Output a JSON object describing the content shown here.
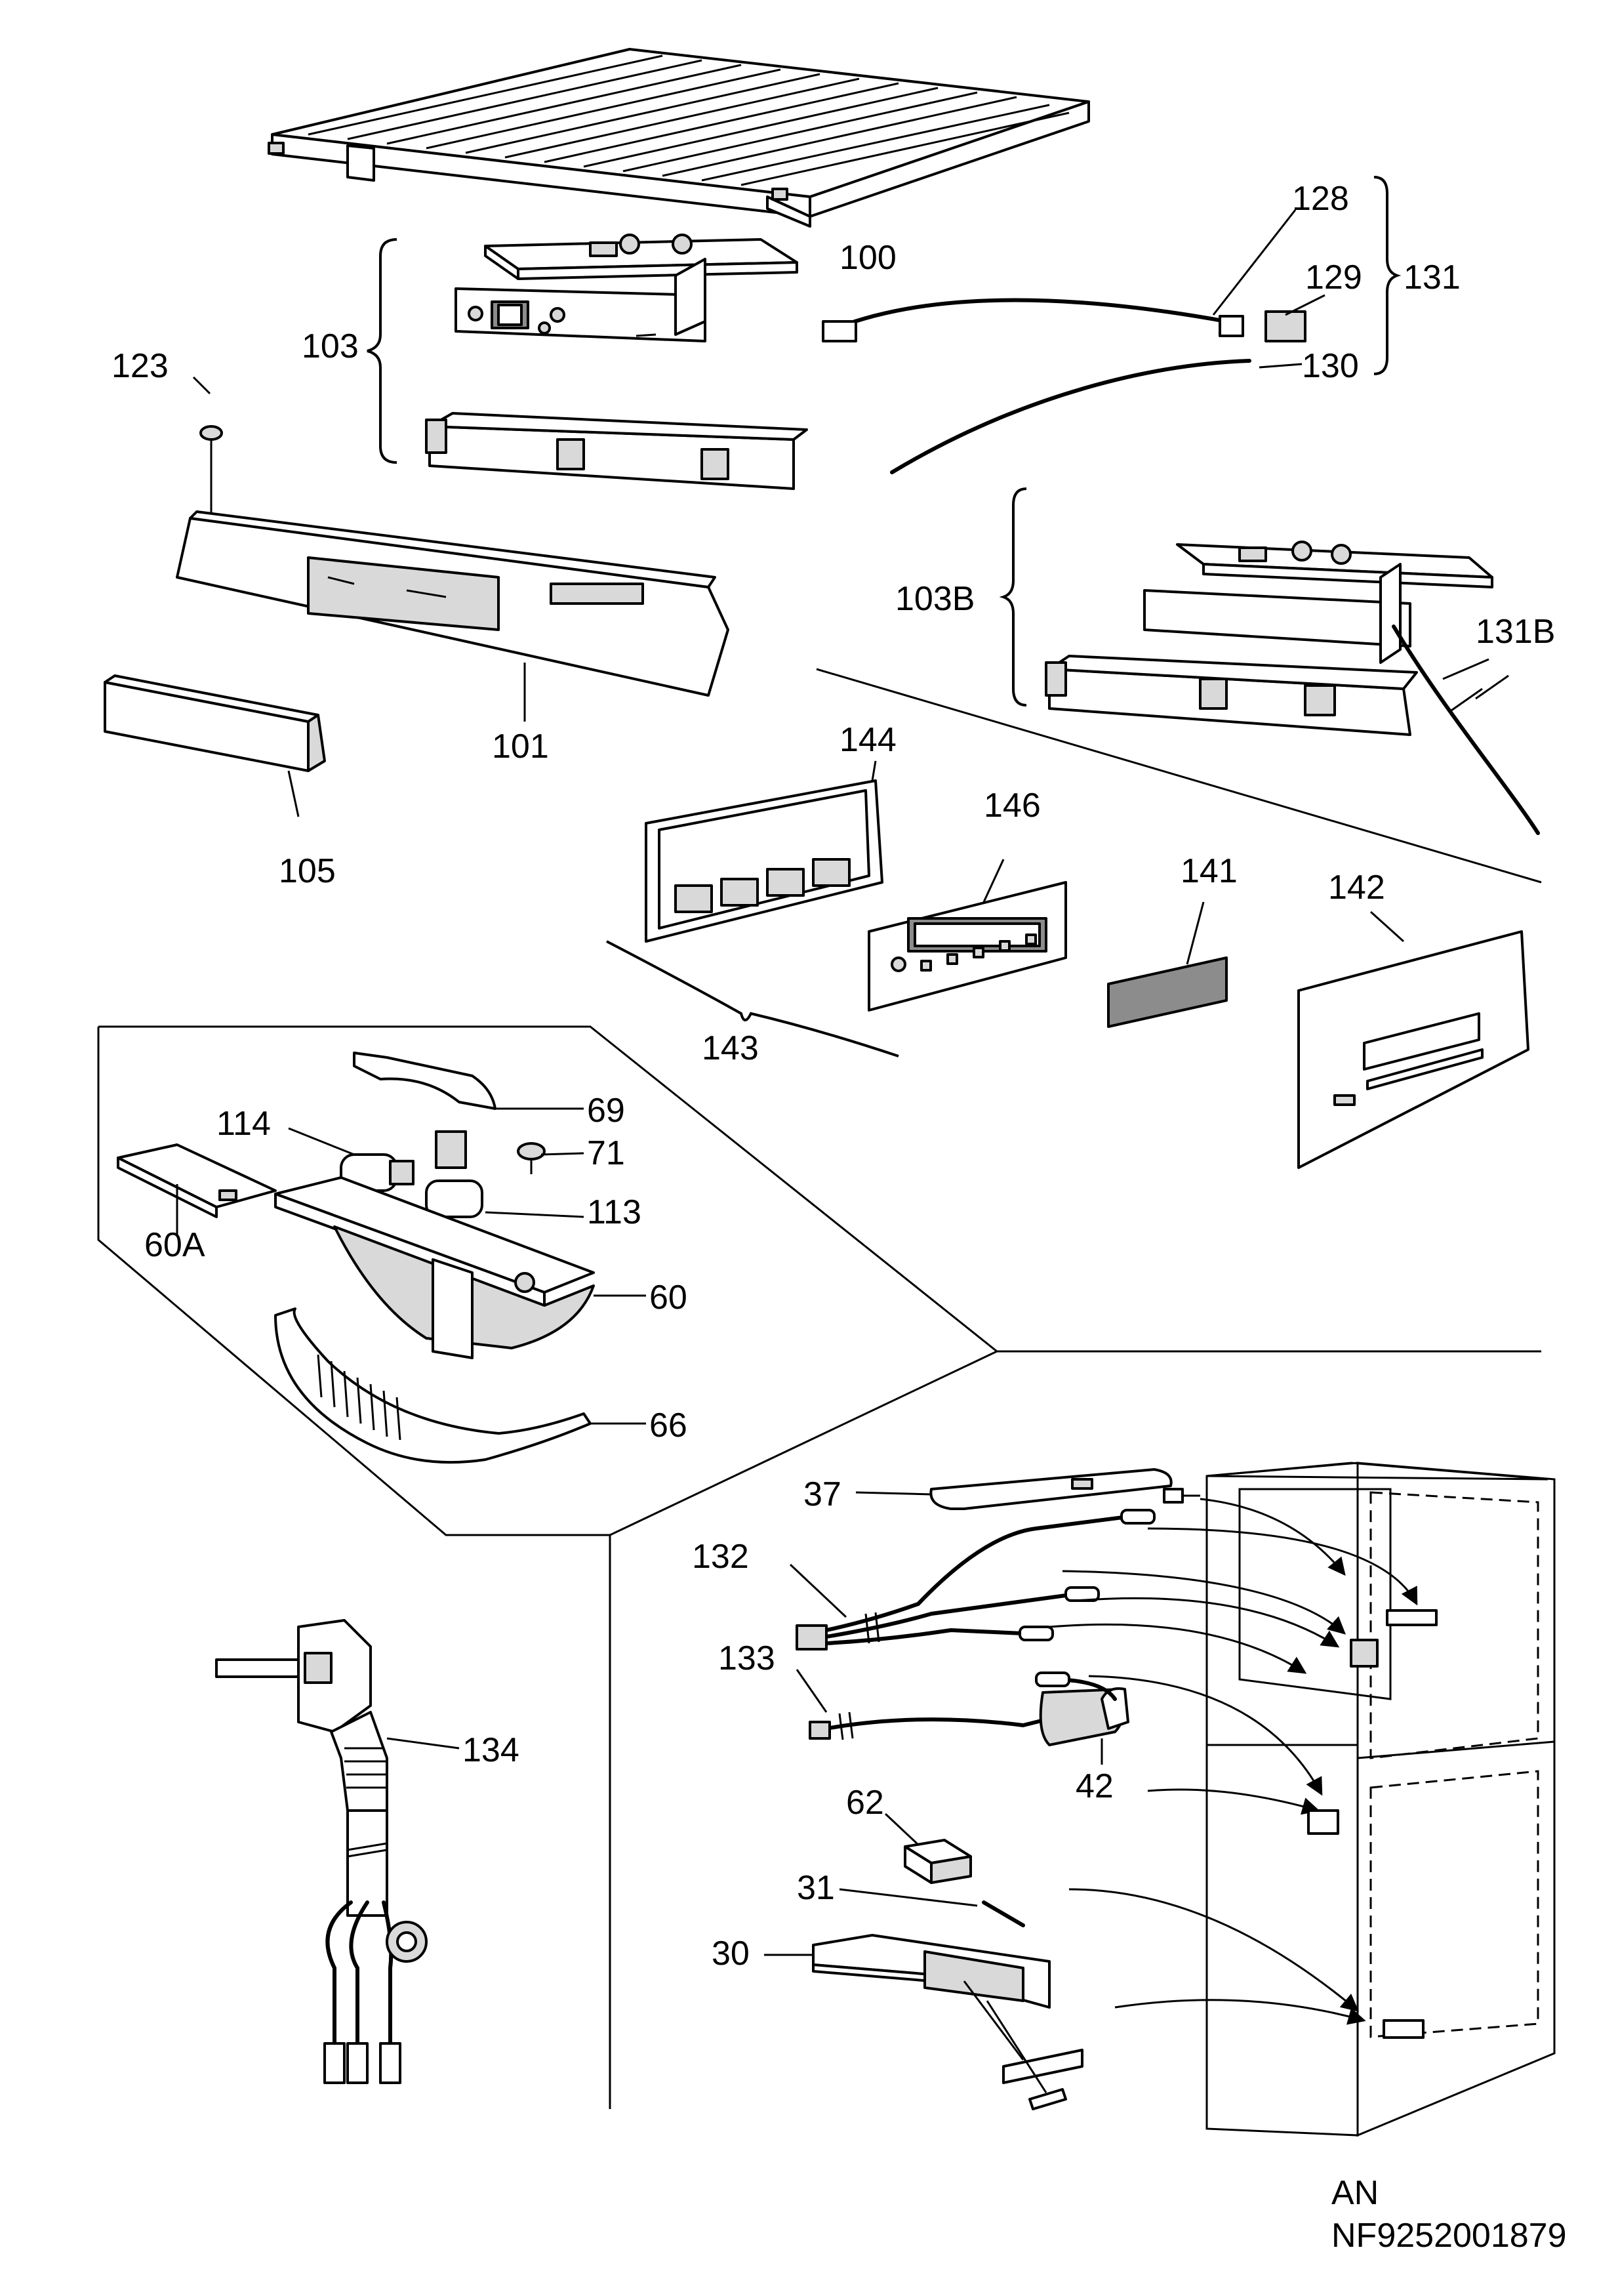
{
  "diagram": {
    "callouts": {
      "c100": "100",
      "c101": "101",
      "c103": "103",
      "c103b": "103B",
      "c105": "105",
      "c113": "113",
      "c114": "114",
      "c123": "123",
      "c128": "128",
      "c129": "129",
      "c130": "130",
      "c131": "131",
      "c131b": "131B",
      "c132": "132",
      "c133": "133",
      "c134": "134",
      "c141": "141",
      "c142": "142",
      "c143": "143",
      "c144": "144",
      "c146": "146",
      "c30": "30",
      "c31": "31",
      "c37": "37",
      "c42": "42",
      "c60": "60",
      "c60a": "60A",
      "c62": "62",
      "c66": "66",
      "c69": "69",
      "c71": "71"
    },
    "footer": {
      "line1": "AN",
      "line2": "NF9252001879"
    }
  }
}
